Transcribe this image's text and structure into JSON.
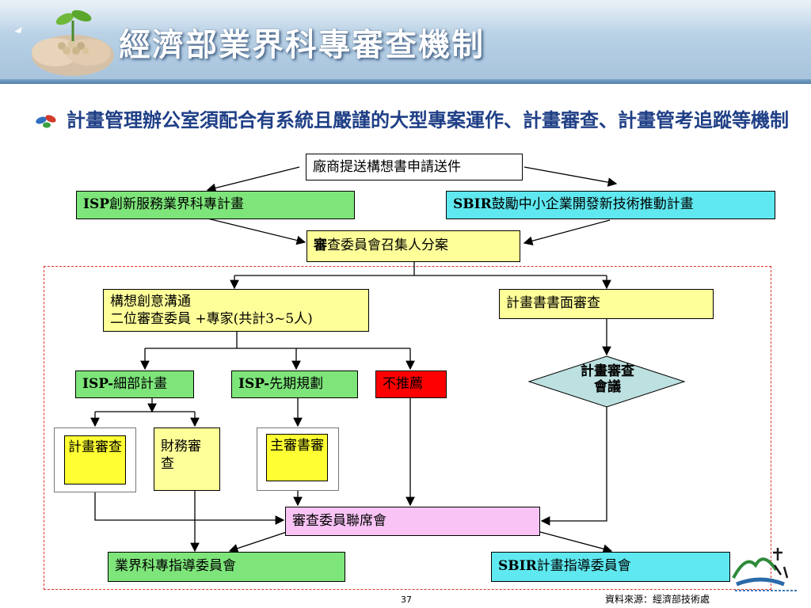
{
  "header": {
    "title": "經濟部業界科專審查機制"
  },
  "intro": {
    "text": "計畫管理辦公室須配合有系統且嚴謹的大型專案運作、計畫審查、計畫管考追蹤等機制"
  },
  "flow": {
    "submit": "廠商提送構想書申請送件",
    "isp_plan_prefix": "ISP",
    "isp_plan_text": "創新服務業界科專計畫",
    "sbir_plan_prefix": "SBIR",
    "sbir_plan_text": "鼓勵中小企業開發新技術推動計畫",
    "convener_prefix": "審",
    "convener_text": "查委員會召集人分案",
    "concept_line1": "構想創意溝通",
    "concept_line2": "二位審查委員 +專家(共計3~5人)",
    "written_review": "計畫書書面審查",
    "isp_detail_prefix": "ISP-",
    "isp_detail_text": "細部計畫",
    "isp_pre_prefix": "ISP-",
    "isp_pre_text": "先期規劃",
    "not_recommended": "不推薦",
    "review_meeting": "計畫審查會議",
    "plan_review": "計畫審查",
    "finance_review": "財務審查",
    "main_review": "主審書審",
    "joint_meeting": "審查委員聯席會",
    "industry_committee": "業界科專指導委員會",
    "sbir_committee_prefix": "SBIR",
    "sbir_committee_text": "計畫指導委員會"
  },
  "footer": {
    "source": "資料來源：經濟部技術處",
    "page": "37"
  },
  "colors": {
    "green": "#7ee57a",
    "cyan": "#5fe8ef",
    "yellow": "#ffff99",
    "red": "#ff0000",
    "pink": "#f9c4f5",
    "diamond": "#bde0e0",
    "title_blue": "#1f3f86"
  }
}
